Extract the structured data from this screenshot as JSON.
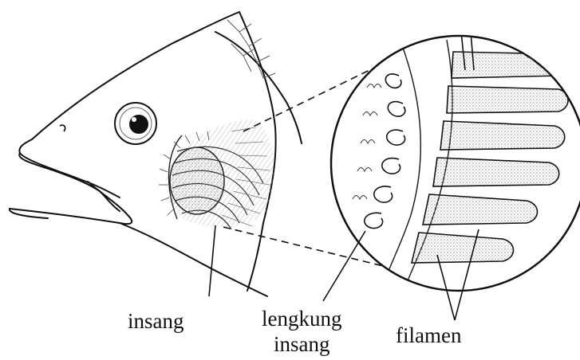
{
  "labels": {
    "gill": "insang",
    "gill_arch_line1": "lengkung",
    "gill_arch_line2": "insang",
    "filament": "filamen"
  },
  "colors": {
    "ink": "#111111",
    "shade": "#9a9a9a",
    "background": "#ffffff"
  }
}
